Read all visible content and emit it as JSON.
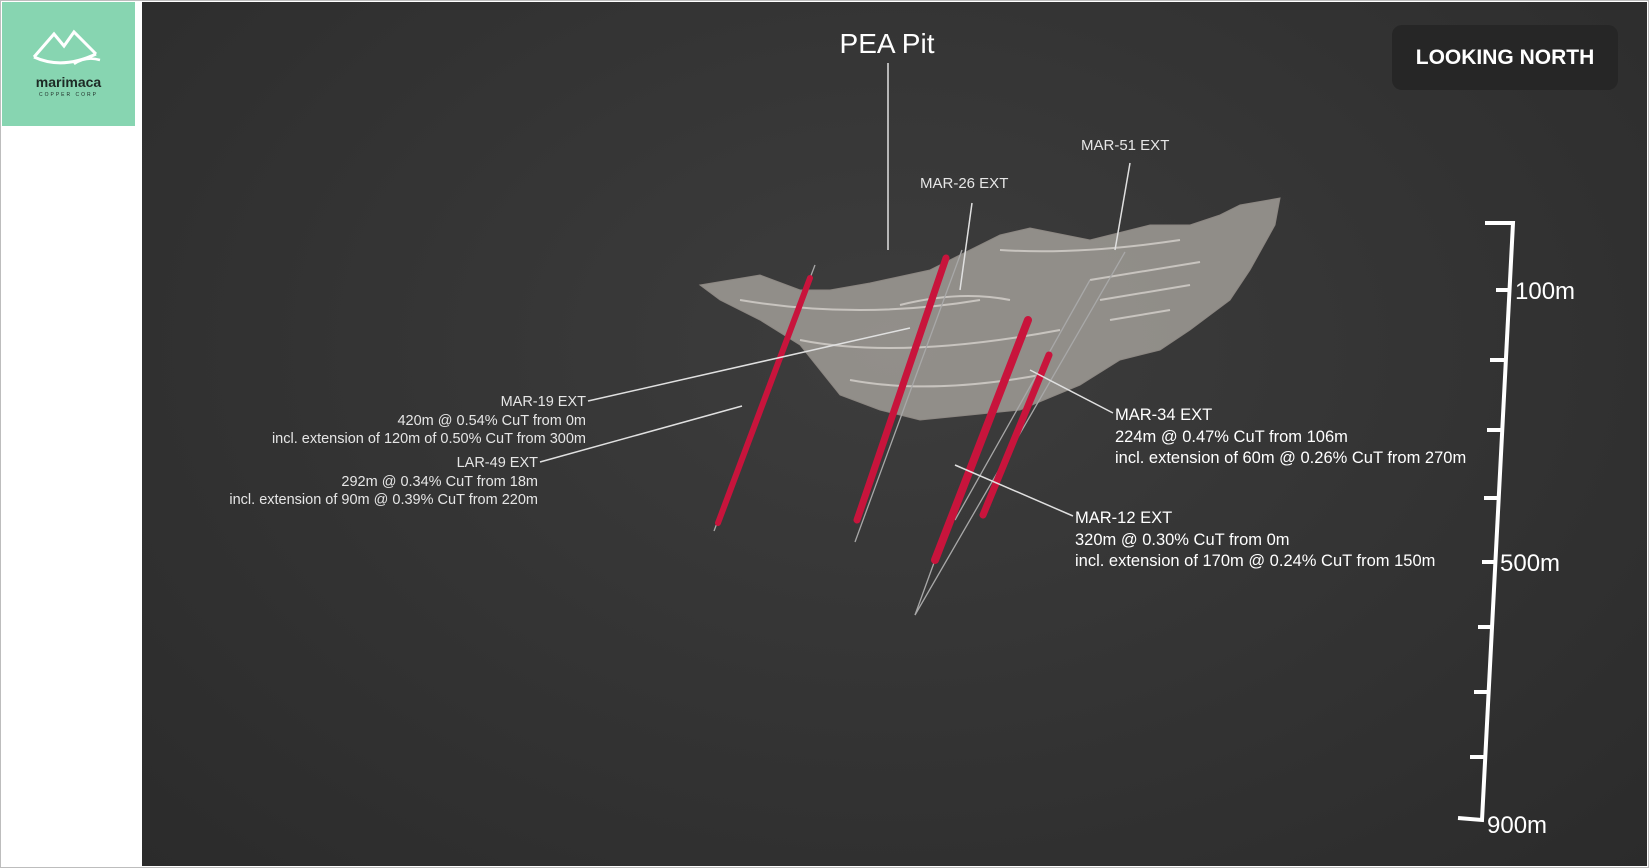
{
  "logo": {
    "name": "marimaca",
    "subtitle": "COPPER CORP"
  },
  "title": "PEA Pit",
  "view_badge": "LOOKING NORTH",
  "drillholes": {
    "mar51": {
      "name": "MAR-51 EXT"
    },
    "mar26": {
      "name": "MAR-26 EXT"
    },
    "mar19": {
      "name": "MAR-19 EXT",
      "line1": "420m @ 0.54% CuT from 0m",
      "line2": "incl. extension of 120m of 0.50% CuT from 300m"
    },
    "lar49": {
      "name": "LAR-49 EXT",
      "line1": "292m @ 0.34% CuT from 18m",
      "line2": "incl. extension of 90m @ 0.39% CuT from 220m"
    },
    "mar34": {
      "name": "MAR-34 EXT",
      "line1": "224m @ 0.47% CuT from 106m",
      "line2": "incl. extension of 60m @ 0.26% CuT from 270m"
    },
    "mar12": {
      "name": "MAR-12 EXT",
      "line1": "320m @ 0.30% CuT from 0m",
      "line2": "incl. extension of 170m @ 0.24% CuT from 150m"
    }
  },
  "scale_bar": {
    "labels": [
      "100m",
      "500m",
      "900m"
    ]
  },
  "colors": {
    "logo_bg": "#87d5b1",
    "drillhole": "#c8143c",
    "pit": "#b3aea8"
  }
}
